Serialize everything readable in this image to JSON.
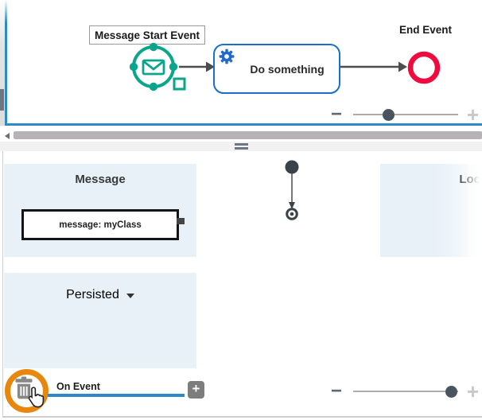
{
  "diagram": {
    "start_event_label": "Message Start Event",
    "task_label": "Do something",
    "end_event_label": "End Event"
  },
  "panels": {
    "message": {
      "title": "Message",
      "item_label": "message: myClass"
    },
    "local": {
      "title": "Loc"
    },
    "persisted": {
      "title": "Persisted"
    }
  },
  "footer": {
    "tab_label": "On Event",
    "add_button_glyph": "+"
  },
  "zoom": {
    "minus_glyph": "−",
    "plus_glyph": "+",
    "top_dot_style": "left:33%",
    "bottom_dot_style": "left:93%"
  },
  "colors": {
    "start_event_teal": "#0aa58a",
    "task_border_blue": "#1a6fc9",
    "gear_blue": "#2068d0",
    "end_event_red": "#f00b3f",
    "canvas_border_blue": "#2e8ac6",
    "tab_underline_blue": "#2f88c9",
    "panel_light_blue": "#e8f1f8",
    "annotation_orange": "#e8870d",
    "connector_gray": "#4d4d4d"
  }
}
